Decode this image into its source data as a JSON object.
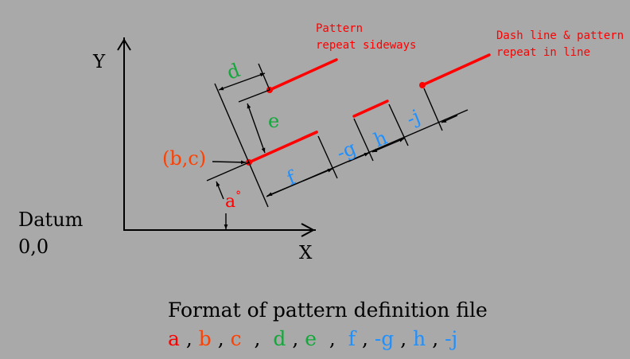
{
  "colors": {
    "background": "#a9a9a9",
    "black": "#000000",
    "red": "#ff0000",
    "orange_red": "#ff4000",
    "green": "#12a83a",
    "blue": "#1e90ff"
  },
  "axes": {
    "y_label": "Y",
    "x_label": "X",
    "datum_label": "Datum",
    "datum_coords": "0,0"
  },
  "annotations": {
    "pattern_sideways_line1": "Pattern",
    "pattern_sideways_line2": "repeat sideways",
    "dash_line_line1": "Dash line & pattern",
    "dash_line_line2": "repeat in line"
  },
  "dimension_labels": {
    "bc": "(b,c)",
    "a": "a",
    "degree": "°",
    "d": "d",
    "e": "e",
    "f": "f",
    "g": "-g",
    "h": "h",
    "j": "-j"
  },
  "format": {
    "title": "Format of pattern definition file",
    "items": [
      {
        "text": "a",
        "color": "#ff0000"
      },
      {
        "text": " , ",
        "color": "#000000"
      },
      {
        "text": "b",
        "color": "#ff4000"
      },
      {
        "text": " , ",
        "color": "#000000"
      },
      {
        "text": "c",
        "color": "#ff4000"
      },
      {
        "text": "  ,  ",
        "color": "#000000"
      },
      {
        "text": "d",
        "color": "#12a83a"
      },
      {
        "text": " , ",
        "color": "#000000"
      },
      {
        "text": "e",
        "color": "#12a83a"
      },
      {
        "text": "  ,  ",
        "color": "#000000"
      },
      {
        "text": "f",
        "color": "#1e90ff"
      },
      {
        "text": " , ",
        "color": "#000000"
      },
      {
        "text": "-g",
        "color": "#1e90ff"
      },
      {
        "text": " , ",
        "color": "#000000"
      },
      {
        "text": "h",
        "color": "#1e90ff"
      },
      {
        "text": " , ",
        "color": "#000000"
      },
      {
        "text": "-j",
        "color": "#1e90ff"
      }
    ]
  }
}
